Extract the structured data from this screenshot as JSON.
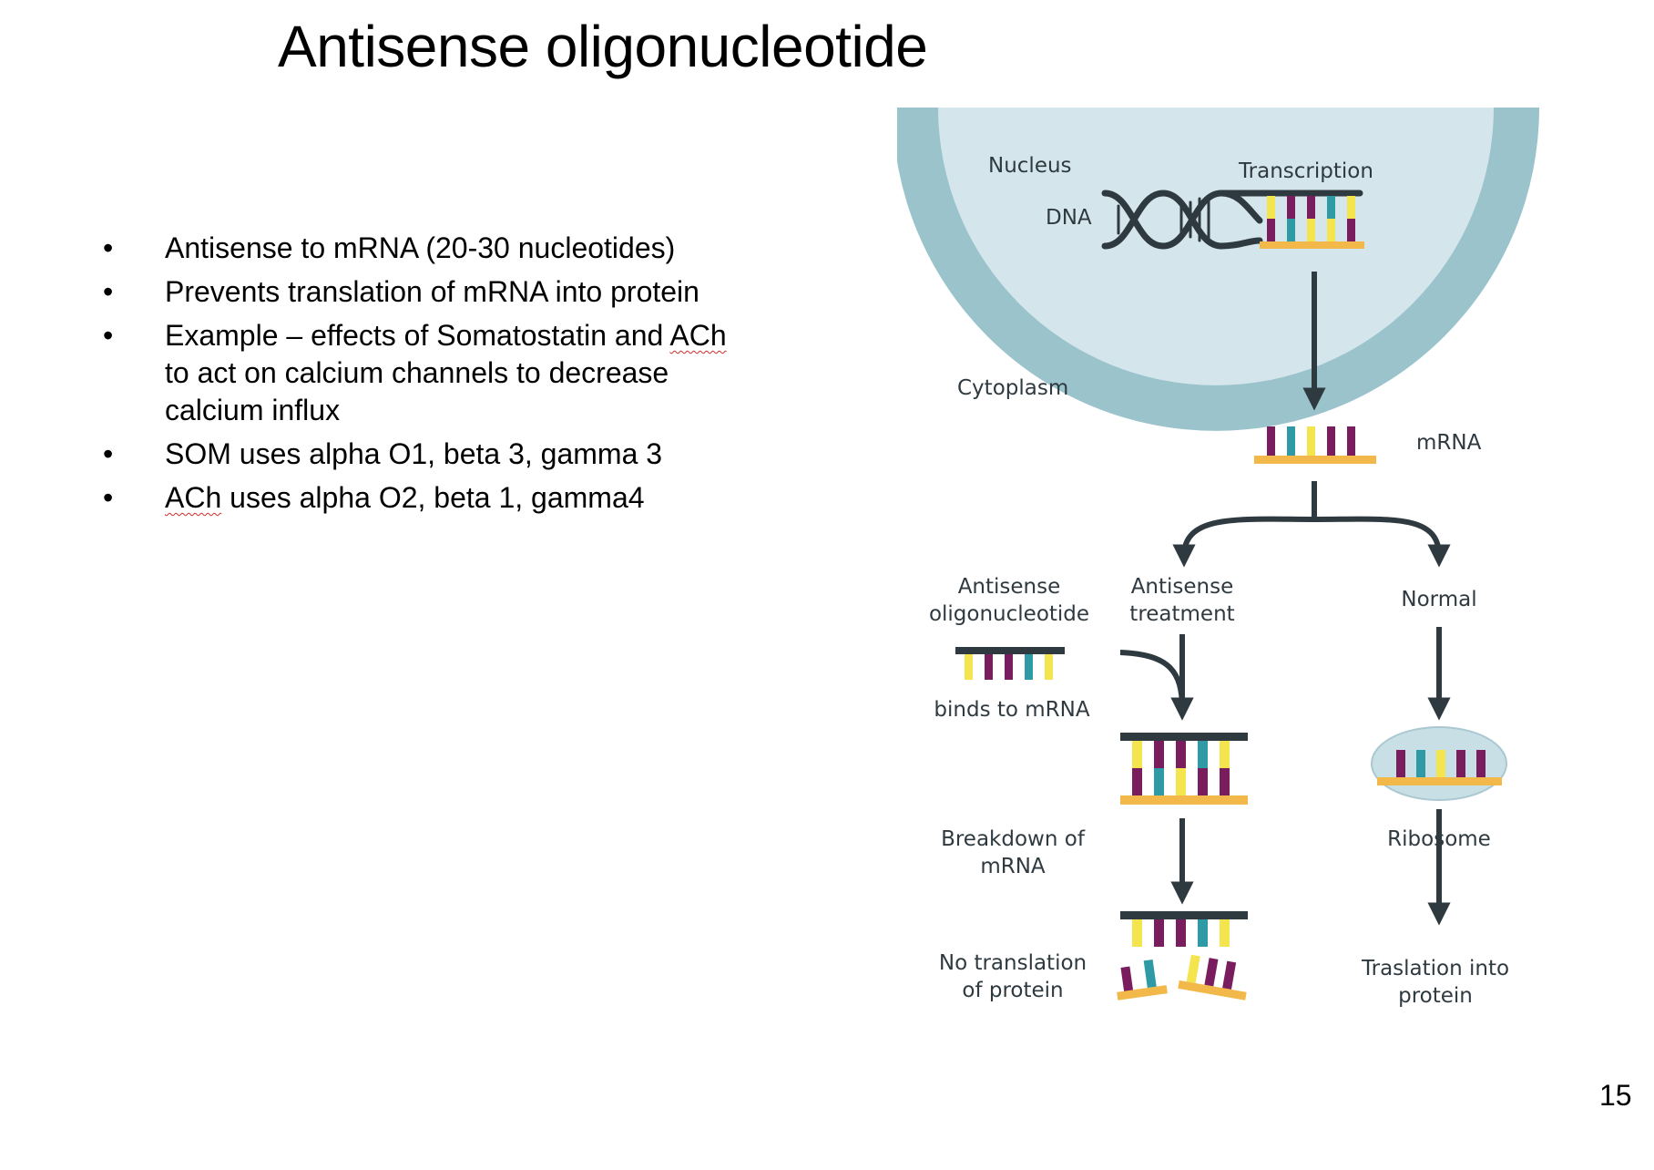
{
  "slide": {
    "title": "Antisense oligonucleotide",
    "page_number": "15",
    "bullets": [
      {
        "text": "Antisense to mRNA (20-30 nucleotides)"
      },
      {
        "text": "Prevents translation of mRNA into protein"
      },
      {
        "pre": "Example – effects of Somatostatin and ",
        "mark": "ACh",
        "post": " to act on calcium channels to decrease calcium influx"
      },
      {
        "text": "SOM uses alpha O1, beta 3, gamma 3"
      },
      {
        "mark": "ACh",
        "post": " uses alpha O2, beta 1, gamma4"
      }
    ]
  },
  "diagram": {
    "labels": {
      "nucleus": "Nucleus",
      "dna": "DNA",
      "transcription": "Transcription",
      "cytoplasm": "Cytoplasm",
      "mrna": "mRNA",
      "antisense_oligo_line1": "Antisense",
      "antisense_oligo_line2": "oligonucleotide",
      "antisense_treatment_line1": "Antisense",
      "antisense_treatment_line2": "treatment",
      "normal": "Normal",
      "binds_to_mrna": "binds to mRNA",
      "breakdown_line1": "Breakdown of",
      "breakdown_line2": "mRNA",
      "ribosome": "Ribosome",
      "no_translation_line1": "No translation",
      "no_translation_line2": "of protein",
      "translation_line1": "Traslation into",
      "translation_line2": "protein"
    },
    "colors": {
      "nucleus_ring": "#9ac3cc",
      "nucleus_fill": "#d4e6ec",
      "strand": "#2f3a40",
      "backbone": "#f2b84a",
      "purple": "#7a1d5e",
      "yellow": "#f4e44e",
      "teal": "#2e9aa6",
      "ribosome": "#c9dfe6"
    }
  }
}
